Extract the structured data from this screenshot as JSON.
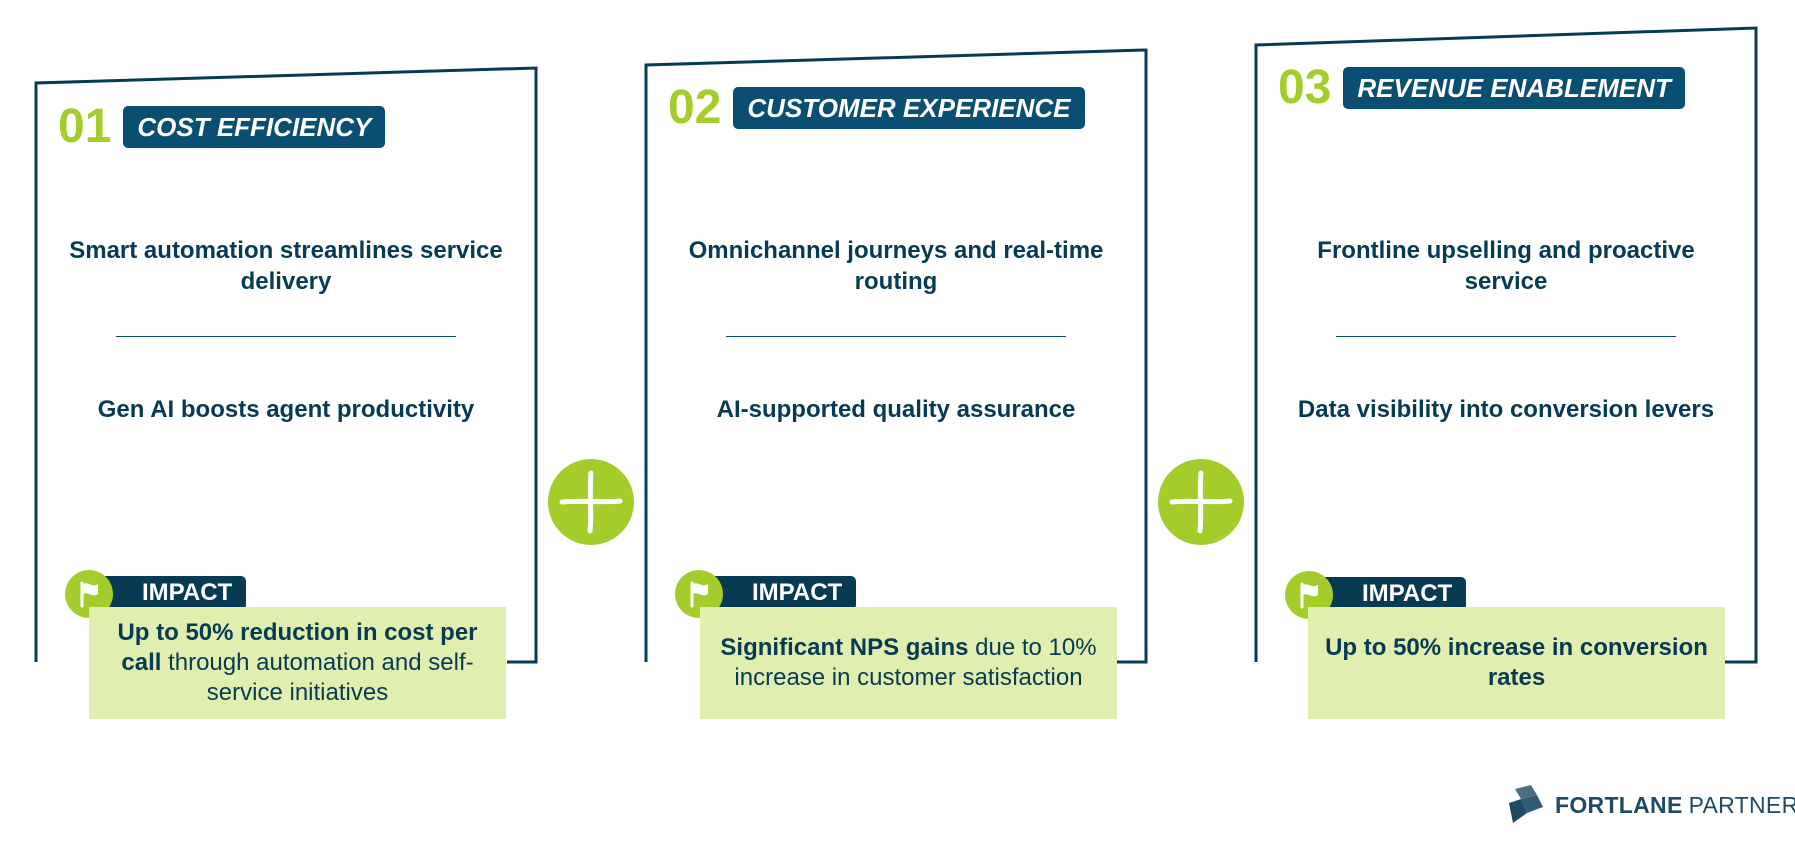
{
  "columns": [
    {
      "number": "01",
      "title": "COST EFFICIENCY",
      "point1": "Smart automation streamlines service delivery",
      "point2": "Gen AI boosts agent productivity",
      "impact_label": "IMPACT",
      "impact_bold": "Up to 50% reduction in cost per call",
      "impact_rest": " through automation and self-service initiatives"
    },
    {
      "number": "02",
      "title": "CUSTOMER EXPERIENCE",
      "point1": "Omnichannel journeys and real-time routing",
      "point2": "AI-supported quality assurance",
      "impact_label": "IMPACT",
      "impact_bold": "Significant NPS gains",
      "impact_rest": " due to 10% increase in customer satisfaction"
    },
    {
      "number": "03",
      "title": "REVENUE ENABLEMENT",
      "point1": "Frontline upselling and proactive service",
      "point2": "Data visibility into conversion levers",
      "impact_label": "IMPACT",
      "impact_bold": "Up to 50% increase in conversion rates",
      "impact_rest": ""
    }
  ],
  "logo": {
    "brand_bold": "FORTLANE",
    "brand_light": "PARTNERS"
  },
  "icons": {
    "plus": "plus-icon",
    "flag": "flag-icon",
    "logo": "cube-logo-icon"
  },
  "colors": {
    "navy": "#073b53",
    "teal": "#0a4f72",
    "lime": "#a4cd2c",
    "impact_bg": "#e0eeaf"
  }
}
